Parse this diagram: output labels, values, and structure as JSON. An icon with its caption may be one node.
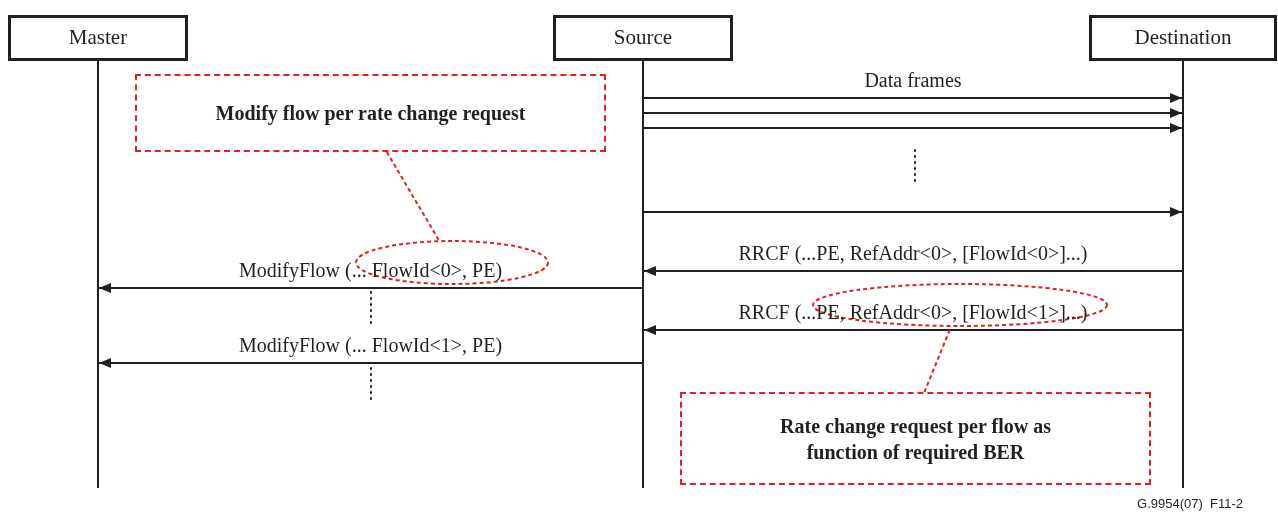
{
  "diagram": {
    "nodes": [
      {
        "text": [
          "Master"
        ]
      },
      {
        "text": [
          "Source"
        ]
      },
      {
        "text": [
          "Destination"
        ]
      },
      {
        "text": [
          "Modify flow per rate change request"
        ]
      },
      {
        "text": [],
        "shape": "ellipse"
      },
      {
        "text": [
          "Rate change request per flow as function of required BER"
        ]
      },
      {
        "text": [],
        "shape": "ellipse"
      }
    ],
    "edges": [
      {
        "from": 1,
        "to": 2,
        "arrow": "to",
        "label": "Data frames"
      },
      {
        "from": 1,
        "to": 2,
        "arrow": "to"
      },
      {
        "from": 1,
        "to": 2,
        "arrow": "to"
      },
      {
        "from": 1,
        "to": 2,
        "arrow": "to"
      },
      {
        "from": 2,
        "to": 1,
        "arrow": "to",
        "label": "RRCF (...PE, RefAddr<0>, [FlowId<0>]...)"
      },
      {
        "from": 1,
        "to": 0,
        "arrow": "to",
        "label": "ModifyFlow (... FlowId<0>, PE)"
      },
      {
        "from": 2,
        "to": 1,
        "arrow": "to",
        "label": "RRCF (...PE, RefAddr<0>, [FlowId<1>]...)"
      },
      {
        "from": 1,
        "to": 0,
        "arrow": "to",
        "label": "ModifyFlow (... FlowId<1>, PE)"
      },
      {
        "from": 3,
        "to": 4,
        "arrow": "none",
        "style": "dashed",
        "color": "#e32020"
      },
      {
        "from": 5,
        "to": 6,
        "arrow": "none",
        "style": "dashed",
        "color": "#e32020"
      }
    ],
    "labels": [
      "G.9954(07)  F11-2"
    ]
  }
}
